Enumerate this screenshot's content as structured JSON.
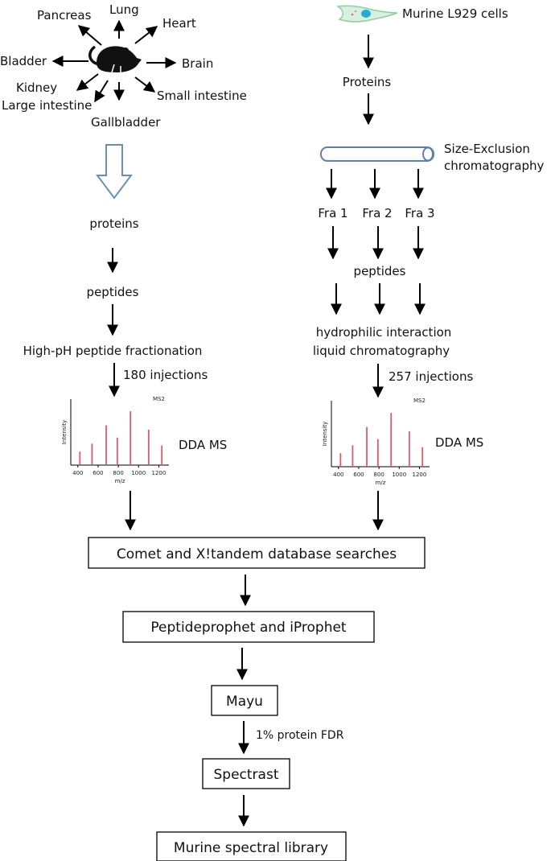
{
  "tissues": {
    "pancreas": "Pancreas",
    "lung": "Lung",
    "heart": "Heart",
    "bladder": "Bladder",
    "brain": "Brain",
    "kidney": "Kidney",
    "small_intestine": "Small intestine",
    "large_intestine": "Large intestine",
    "gallbladder": "Gallbladder"
  },
  "left": {
    "proteins": "proteins",
    "peptides": "peptides",
    "fractionation": "High-pH peptide fractionation",
    "injections": "180 injections",
    "dda": "DDA MS"
  },
  "right": {
    "cells": "Murine L929 cells",
    "proteins": "Proteins",
    "sec_line1": "Size-Exclusion",
    "sec_line2": "chromatography",
    "fra1": "Fra 1",
    "fra2": "Fra 2",
    "fra3": "Fra 3",
    "peptides": "peptides",
    "hilic_line1": "hydrophilic interaction",
    "hilic_line2": "liquid chromatography",
    "injections": "257 injections",
    "dda": "DDA MS"
  },
  "spectrum": {
    "label": "MS2",
    "ylabel": "Intensity",
    "xlabel": "m/z",
    "ticks": [
      "400",
      "600",
      "800",
      "1000",
      "1200"
    ],
    "peaks": [
      {
        "mz": 420,
        "i": 0.22
      },
      {
        "mz": 540,
        "i": 0.35
      },
      {
        "mz": 680,
        "i": 0.65
      },
      {
        "mz": 790,
        "i": 0.45
      },
      {
        "mz": 920,
        "i": 0.88
      },
      {
        "mz": 1100,
        "i": 0.58
      },
      {
        "mz": 1230,
        "i": 0.32
      }
    ],
    "color": "#e05a6a"
  },
  "pipeline": {
    "search": "Comet and X!tandem database searches",
    "prophet": "Peptideprophet and iProphet",
    "mayu": "Mayu",
    "fdr": "1% protein FDR",
    "spectrast": "Spectrast",
    "library": "Murine spectral library"
  },
  "colors": {
    "outline_arrow": "#6b8fb5",
    "column": "#5a7fb0",
    "cell": "#8ecfa0",
    "nucleus": "#2aa9d6"
  }
}
